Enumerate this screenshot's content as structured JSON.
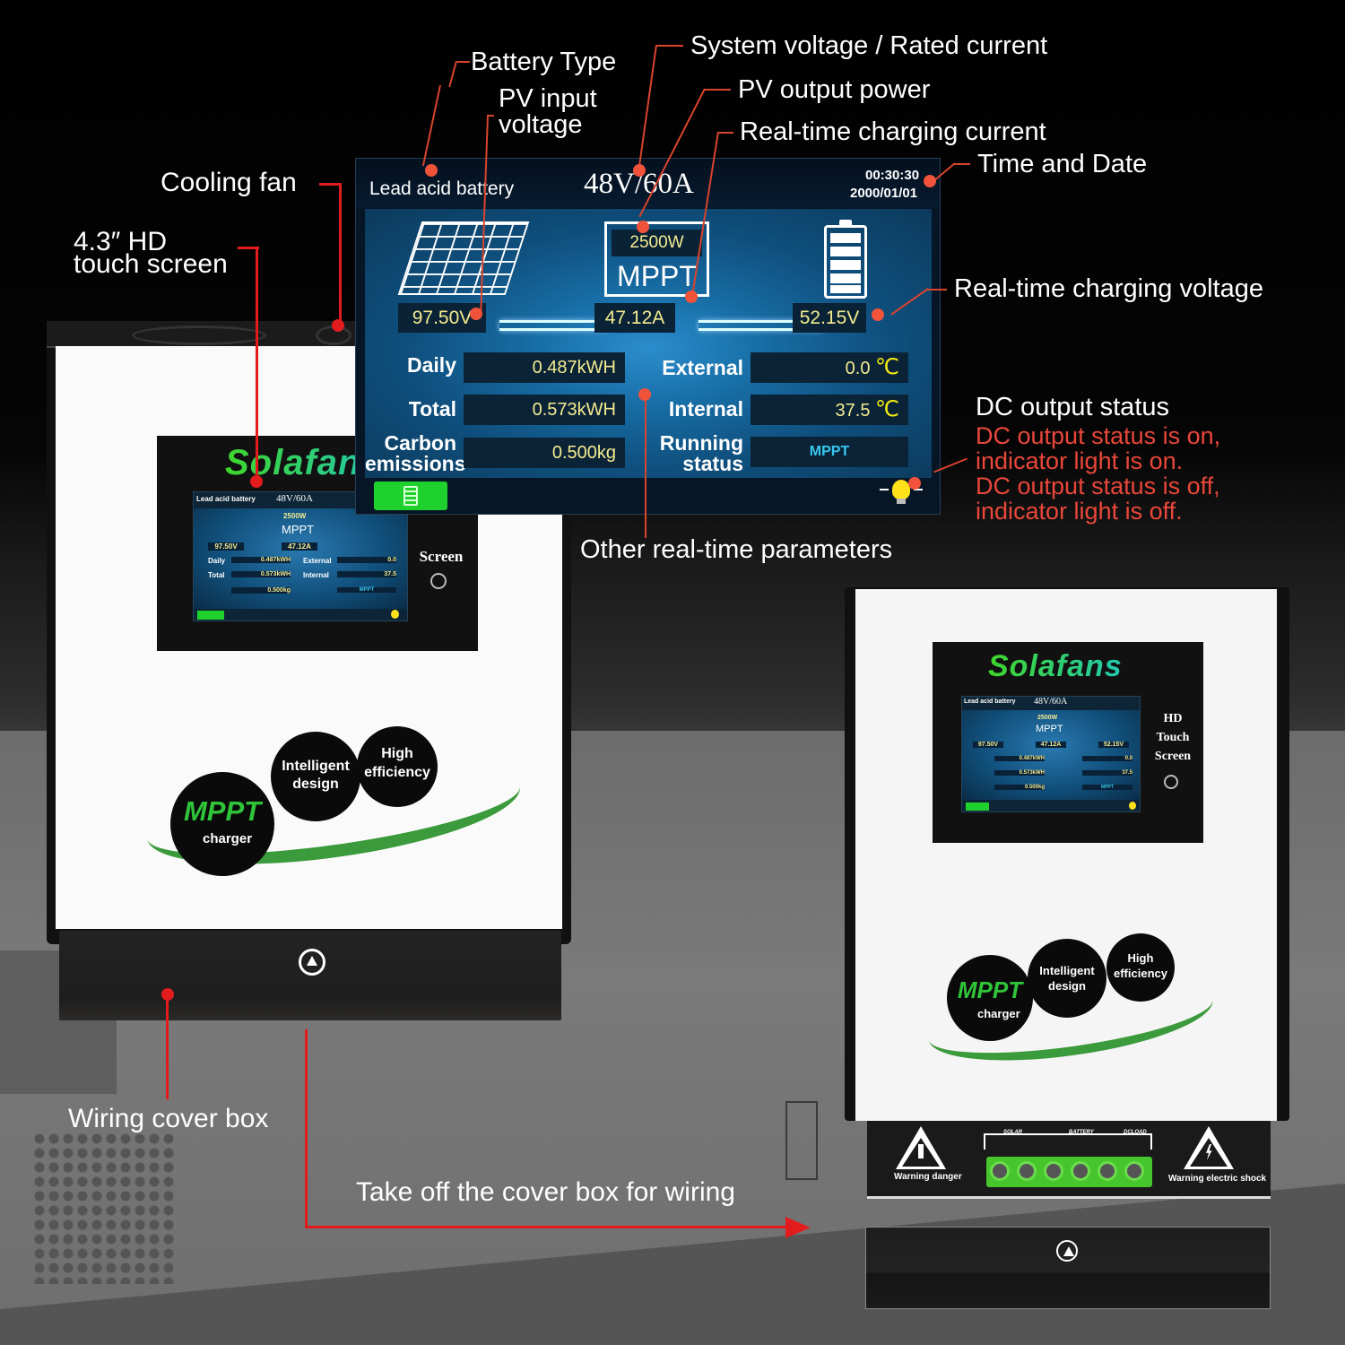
{
  "annotations": {
    "battery_type": "Battery Type",
    "pv_input_voltage_line1": "PV input",
    "pv_input_voltage_line2": "voltage",
    "system_voltage_rated_current": "System voltage / Rated current",
    "pv_output_power": "PV output power",
    "realtime_charging_current": "Real-time charging current",
    "time_and_date": "Time and Date",
    "cooling_fan": "Cooling fan",
    "touch_screen_line1": "4.3″ HD",
    "touch_screen_line2": "touch screen",
    "realtime_charging_voltage": "Real-time charging voltage",
    "dc_output_status": "DC output status",
    "dc_on_line1": "DC output status is on,",
    "dc_on_line2": "indicator light is on.",
    "dc_off_line1": "DC output status is off,",
    "dc_off_line2": "indicator light is off.",
    "other_params": "Other real-time parameters",
    "wiring_cover_box": "Wiring cover box",
    "take_off_cover": "Take off the cover box for wiring"
  },
  "lcd": {
    "battery_type": "Lead acid battery",
    "system_rating": "48V/60A",
    "time": "00:30:30",
    "date": "2000/01/01",
    "pv_voltage": "97.50V",
    "pv_power": "2500W",
    "mode_label": "MPPT",
    "charging_current": "47.12A",
    "charging_voltage": "52.15V",
    "rows": [
      {
        "label": "Daily",
        "value": "0.487kWH"
      },
      {
        "label": "Total",
        "value": "0.573kWH"
      },
      {
        "label1": "Carbon",
        "label2": "emissions",
        "value": "0.500kg"
      }
    ],
    "right_rows": [
      {
        "label": "External",
        "value": "0.0",
        "unit": "℃"
      },
      {
        "label": "Internal",
        "value": "37.5",
        "unit": "℃"
      },
      {
        "label1": "Running",
        "label2": "status",
        "value": "MPPT"
      }
    ],
    "icons": {
      "menu": "menu-list-icon",
      "dc_light": "light-bulb-icon"
    }
  },
  "device": {
    "brand": "Solafans",
    "touch_label_1": "HD",
    "touch_label_2": "Touch",
    "touch_label_3": "Screen",
    "badges": {
      "mppt": "MPPT",
      "charger": "charger",
      "intelligent": "Intelligent",
      "design": "design",
      "high": "High",
      "efficiency": "efficiency"
    },
    "terminals": [
      "SOLAR",
      "BATTERY",
      "DCLOAD"
    ],
    "warning_left": "Warning danger",
    "warning_right": "Warning electric shock"
  },
  "colors": {
    "annotation_red": "#e8473a",
    "lcd_value_yellow": "#f4ec8f",
    "running_status_cyan": "#35c8f0",
    "menu_green": "#1fd12c",
    "brand_green": "#3fd62b"
  }
}
